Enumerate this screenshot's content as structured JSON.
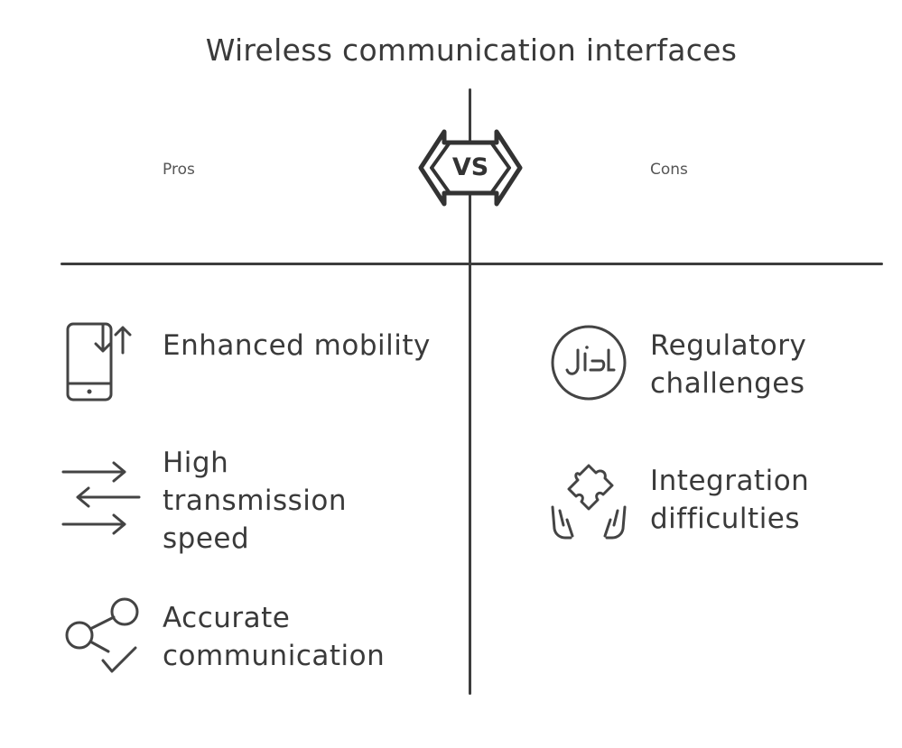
{
  "title": "Wireless communication interfaces",
  "vs_label": "VS",
  "pros": {
    "label": "Pros",
    "items": [
      {
        "text": "Enhanced mobility",
        "icon": "mobile-transfer-icon"
      },
      {
        "text": "High transmission speed",
        "icon": "exchange-arrows-icon"
      },
      {
        "text": "Accurate communication",
        "icon": "share-check-icon"
      }
    ]
  },
  "cons": {
    "label": "Cons",
    "items": [
      {
        "text": "Regulatory challenges",
        "icon": "halal-seal-icon"
      },
      {
        "text": "Integration difficulties",
        "icon": "puzzle-hands-icon"
      }
    ]
  }
}
